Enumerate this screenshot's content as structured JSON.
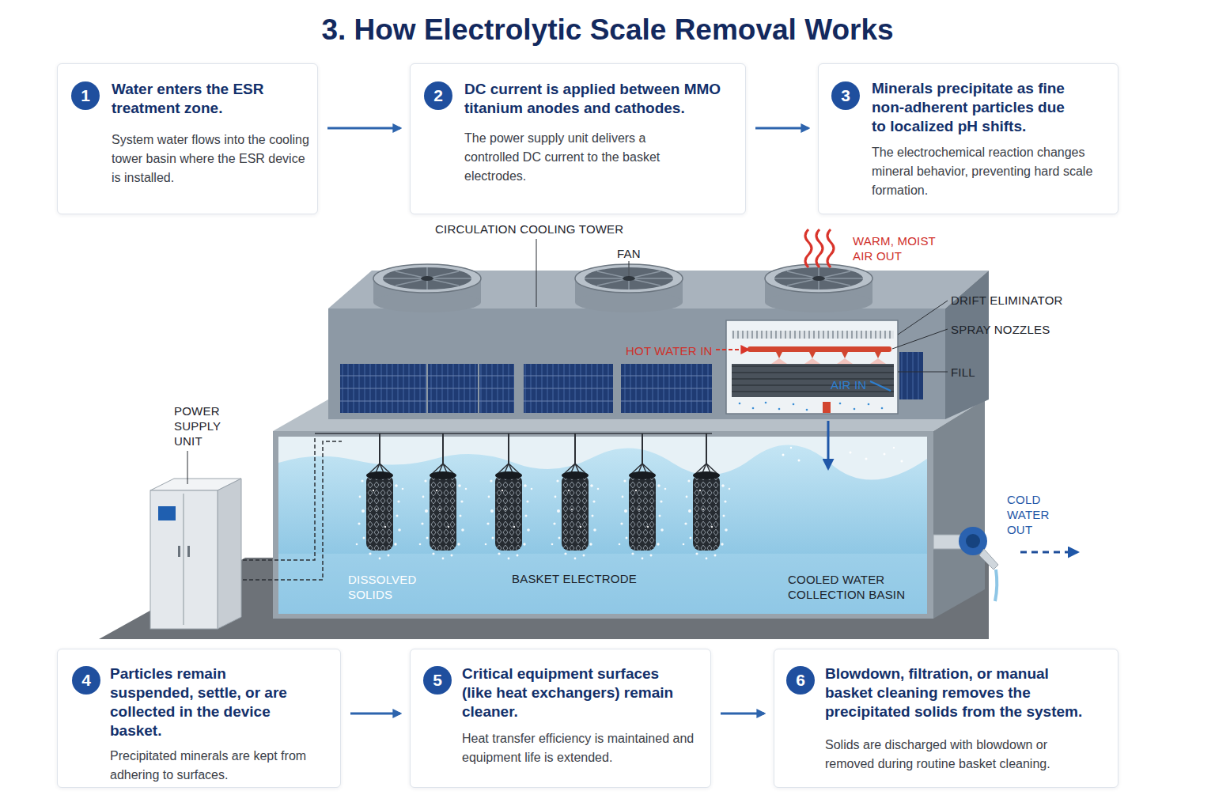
{
  "diagram": {
    "title": "3. How Electrolytic Scale Removal Works",
    "nodes": [
      {
        "text": [
          "Water enters the ESR treatment zone.",
          "System water flows into the cooling tower basin where the ESR device is installed."
        ]
      },
      {
        "text": [
          "1"
        ],
        "in": 0
      },
      {
        "text": [
          "DC current is applied between MMO titanium anodes and cathodes.",
          "The power supply unit delivers a controlled DC current to the basket electrodes."
        ]
      },
      {
        "text": [
          "2"
        ],
        "in": 2
      },
      {
        "text": [
          "Minerals precipitate as fine non-adherent particles due to localized pH shifts.",
          "The electrochemical reaction changes mineral behavior, preventing hard scale formation."
        ]
      },
      {
        "text": [
          "3"
        ],
        "in": 4
      },
      {
        "text": [
          "Particles remain suspended, settle, or are collected in the device basket.",
          "Precipitated minerals are kept from adhering to surfaces."
        ]
      },
      {
        "text": [
          "4"
        ],
        "in": 6
      },
      {
        "text": [
          "Critical equipment surfaces (like heat exchangers) remain cleaner.",
          "Heat transfer efficiency is maintained and equipment life is extended."
        ]
      },
      {
        "text": [
          "5"
        ],
        "in": 8
      },
      {
        "text": [
          "Blowdown, filtration, or manual basket cleaning removes the precipitated solids from the system.",
          "Solids are discharged with blowdown or removed during routine basket cleaning."
        ]
      },
      {
        "text": [
          "6"
        ],
        "in": 10
      }
    ],
    "edges": [
      {
        "from": 0,
        "to": 2,
        "arrow": "to"
      },
      {
        "from": 2,
        "to": 4,
        "arrow": "to"
      },
      {
        "from": 6,
        "to": 8,
        "arrow": "to"
      },
      {
        "from": 8,
        "to": 10,
        "arrow": "to"
      }
    ],
    "labels": [
      "CIRCULATION COOLING TOWER",
      "FAN",
      "WARM, MOIST AIR OUT",
      "DRIFT ELIMINATOR",
      "SPRAY NOZZLES",
      "HOT WATER IN",
      "FILL",
      "AIR IN",
      "POWER SUPPLY UNIT",
      "COLD WATER OUT",
      "DISSOLVED SOLIDS",
      "BASKET ELECTRODE",
      "COOLED WATER COLLECTION BASIN"
    ]
  }
}
